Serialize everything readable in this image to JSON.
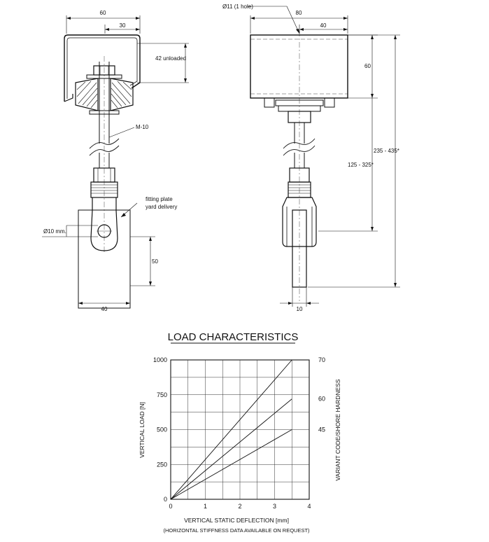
{
  "left_view": {
    "dim_top_width": "60",
    "dim_half_width": "30",
    "dim_unloaded": "42 unloaded",
    "label_thread": "M-10",
    "label_fitting_line1": "fitting plate",
    "label_fitting_line2": "yard delivery",
    "label_hole": "Ø10 mm.",
    "dim_plate_height": "50",
    "dim_plate_width": "40"
  },
  "right_view": {
    "label_hole": "Ø11 (1 hole)",
    "dim_top_width": "80",
    "dim_half_width": "40",
    "dim_height": "60",
    "dim_overall": "235 - 435*",
    "dim_rod": "125 - 325*",
    "dim_plate_thickness": "10"
  },
  "chart_data": {
    "type": "line",
    "title": "LOAD CHARACTERISTICS",
    "xlabel": "VERTICAL STATIC DEFLECTION [mm]",
    "xlabel_note": "(HORIZONTAL STIFFNESS DATA AVAILABLE ON REQUEST)",
    "ylabel": "VERTICAL LOAD [N]",
    "y2label": "VARIANT CODE/SHORE HARDNESS",
    "xlim": [
      0,
      4
    ],
    "ylim": [
      0,
      1000
    ],
    "x_ticks": [
      "0",
      "1",
      "2",
      "3",
      "4"
    ],
    "y_ticks": [
      "0",
      "250",
      "500",
      "750",
      "1000"
    ],
    "y_ticks_values": [
      0,
      250,
      500,
      750,
      1000
    ],
    "grid": true,
    "series": [
      {
        "name": "70",
        "x": [
          0,
          3.5
        ],
        "y": [
          0,
          1000
        ]
      },
      {
        "name": "60",
        "x": [
          0,
          3.5
        ],
        "y": [
          0,
          720
        ]
      },
      {
        "name": "45",
        "x": [
          0,
          3.5
        ],
        "y": [
          0,
          500
        ]
      }
    ]
  }
}
